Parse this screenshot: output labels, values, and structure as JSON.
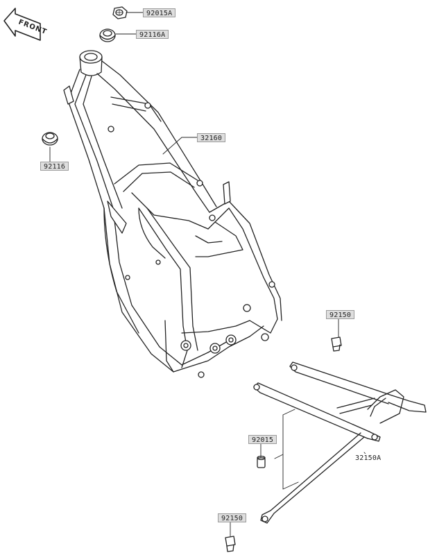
{
  "direction_sign": "FRONT",
  "part_numbers": {
    "nut": "92015A",
    "upper_collar": "92116A",
    "frame": "32160",
    "side_collar": "92116",
    "upper_bolt": "92150",
    "collar": "92015",
    "subframe": "32150A",
    "lower_bolt": "92150"
  }
}
